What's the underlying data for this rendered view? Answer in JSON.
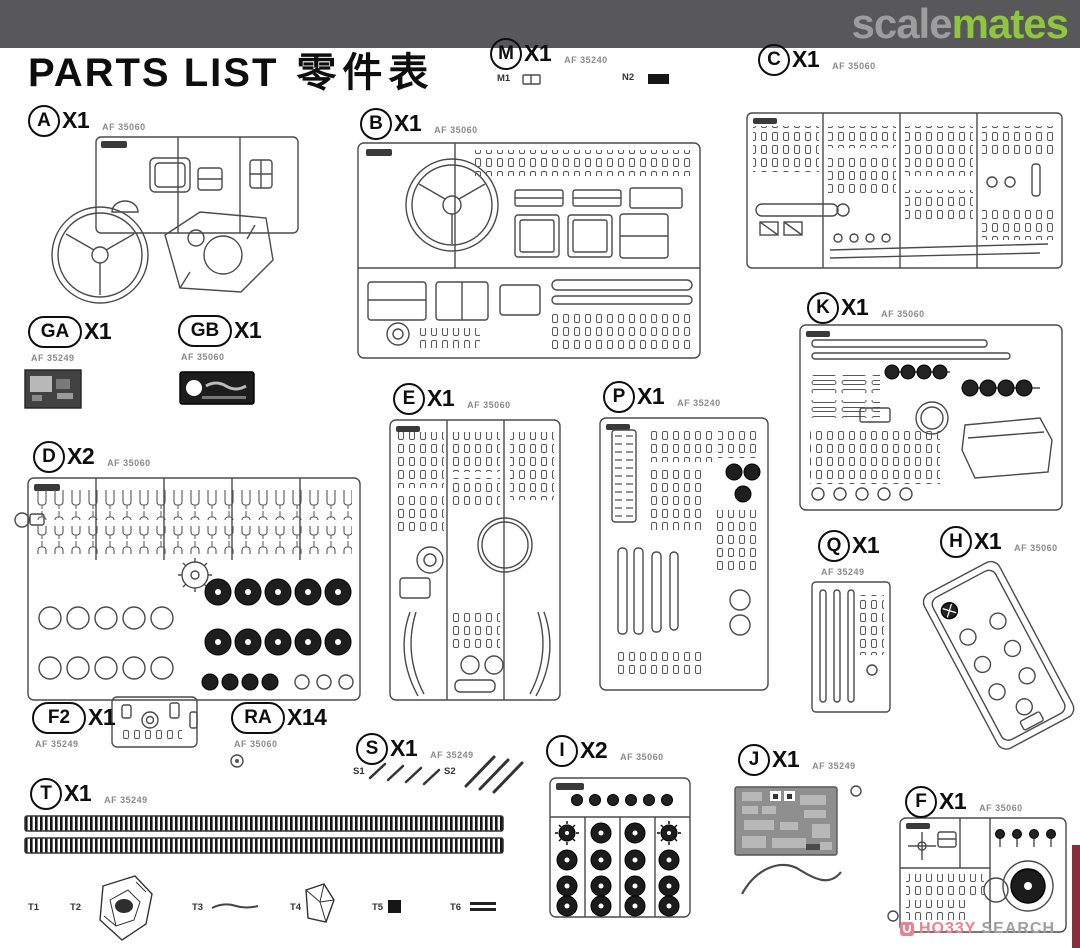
{
  "header": {
    "logo_scale": "scale",
    "logo_mates": "mates"
  },
  "title": {
    "en": "PARTS LIST",
    "zh": "零件表"
  },
  "sprues": {
    "A": {
      "letter": "A",
      "qty": "X1",
      "code": "AF 35060"
    },
    "B": {
      "letter": "B",
      "qty": "X1",
      "code": "AF 35060"
    },
    "C": {
      "letter": "C",
      "qty": "X1",
      "code": "AF 35060"
    },
    "M": {
      "letter": "M",
      "qty": "X1",
      "code": "AF 35240"
    },
    "GA": {
      "letter": "GA",
      "qty": "X1",
      "code": "AF 35249"
    },
    "GB": {
      "letter": "GB",
      "qty": "X1",
      "code": "AF 35060"
    },
    "D": {
      "letter": "D",
      "qty": "X2",
      "code": "AF 35060"
    },
    "E": {
      "letter": "E",
      "qty": "X1",
      "code": "AF 35060"
    },
    "P": {
      "letter": "P",
      "qty": "X1",
      "code": "AF 35240"
    },
    "K": {
      "letter": "K",
      "qty": "X1",
      "code": "AF 35060"
    },
    "Q": {
      "letter": "Q",
      "qty": "X1",
      "code": "AF 35249"
    },
    "H": {
      "letter": "H",
      "qty": "X1",
      "code": "AF 35060"
    },
    "F2": {
      "letter": "F2",
      "qty": "X1",
      "code": "AF 35249"
    },
    "RA": {
      "letter": "RA",
      "qty": "X14",
      "code": "AF 35060"
    },
    "S": {
      "letter": "S",
      "qty": "X1",
      "code": "AF 35249"
    },
    "I": {
      "letter": "I",
      "qty": "X2",
      "code": "AF 35060"
    },
    "J": {
      "letter": "J",
      "qty": "X1",
      "code": "AF 35249"
    },
    "T": {
      "letter": "T",
      "qty": "X1",
      "code": "AF 35249"
    },
    "F": {
      "letter": "F",
      "qty": "X1",
      "code": "AF 35060"
    }
  },
  "part_labels": {
    "m1": "M1",
    "n2": "N2",
    "s1": "S1",
    "s2": "S2",
    "t1": "T1",
    "t2": "T2",
    "t3": "T3",
    "t4": "T4",
    "t5": "T5",
    "t6": "T6"
  },
  "watermark": {
    "hobby": "HO33Y",
    "search": "SEARCH"
  },
  "colors": {
    "header_bar": "#58585a",
    "logo_gray": "#9d9d9d",
    "logo_green": "#8ec63f",
    "watermark_pink": "#e8828f",
    "watermark_gray": "#9f9fa3",
    "edge_strip": "#8c2b3d",
    "line_art": "#4a4a4a"
  }
}
